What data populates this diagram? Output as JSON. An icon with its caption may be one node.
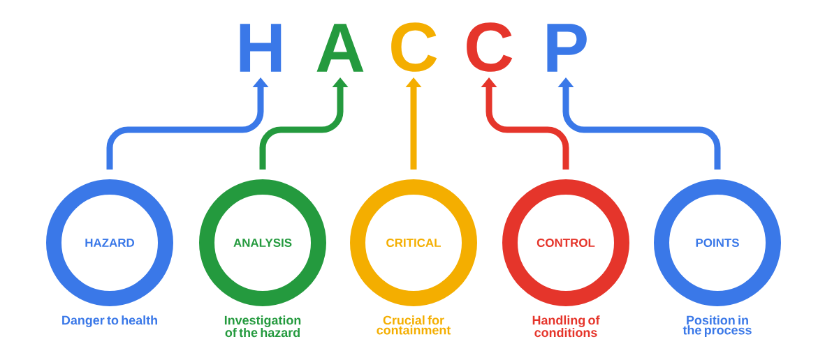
{
  "diagram": {
    "nodes": [
      {
        "text": [
          "H"
        ]
      },
      {
        "text": [
          "A"
        ]
      },
      {
        "text": [
          "C"
        ]
      },
      {
        "text": [
          "C"
        ]
      },
      {
        "text": [
          "P"
        ]
      },
      {
        "text": [
          "HAZARD"
        ],
        "beside": [
          "Danger to health"
        ]
      },
      {
        "text": [
          "ANALYSIS"
        ],
        "beside": [
          "Investigation of the hazard"
        ]
      },
      {
        "text": [
          "CRITICAL"
        ],
        "beside": [
          "Crucial for containment"
        ]
      },
      {
        "text": [
          "CONTROL"
        ],
        "beside": [
          "Handling of conditions"
        ]
      },
      {
        "text": [
          "POINTS"
        ],
        "beside": [
          "Position in the process"
        ]
      }
    ],
    "edges": [
      {
        "from": 5,
        "to": 0,
        "arrow": "to",
        "color": "#3a78e8"
      },
      {
        "from": 6,
        "to": 1,
        "arrow": "to",
        "color": "#249a3e"
      },
      {
        "from": 7,
        "to": 2,
        "arrow": "to",
        "color": "#f4ae00"
      },
      {
        "from": 8,
        "to": 3,
        "arrow": "to",
        "color": "#e5352b"
      },
      {
        "from": 9,
        "to": 4,
        "arrow": "to",
        "color": "#3a78e8"
      }
    ]
  }
}
